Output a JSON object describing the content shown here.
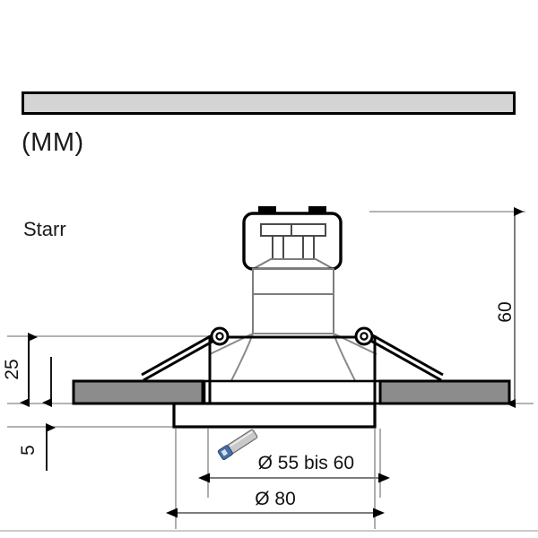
{
  "drawing": {
    "title_unit": "(MM)",
    "mount_type_label": "Starr",
    "swatch": {
      "fill_color": "#d4d4d4",
      "border_color": "#000000"
    },
    "dimensions": {
      "overall_height": "60",
      "trim_thickness": "25",
      "lip_offset": "5",
      "cutout_diameter": "Ø 55 bis 60",
      "outer_diameter": "Ø 80"
    },
    "icons": {
      "cutting_tool": "saw-icon"
    },
    "colors": {
      "ceiling_plate_fill": "#8c8c8c",
      "outline": "#000000",
      "light_outline": "#8a8a8a",
      "dimension_line": "#7d7d7d"
    }
  }
}
